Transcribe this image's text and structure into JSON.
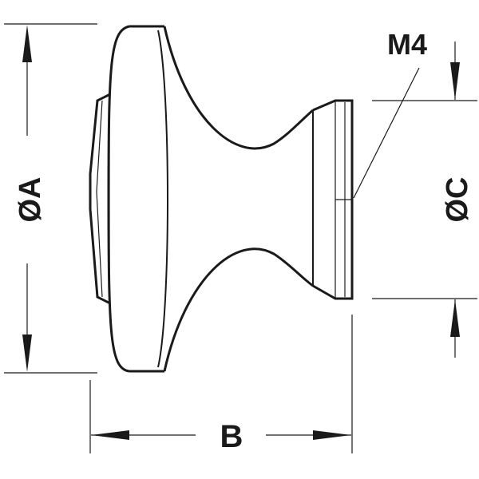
{
  "dimensions": {
    "A": "ØA",
    "B": "B",
    "C": "ØC",
    "thread": "M4"
  },
  "colors": {
    "line": "#1a1a1a",
    "background": "#ffffff"
  }
}
